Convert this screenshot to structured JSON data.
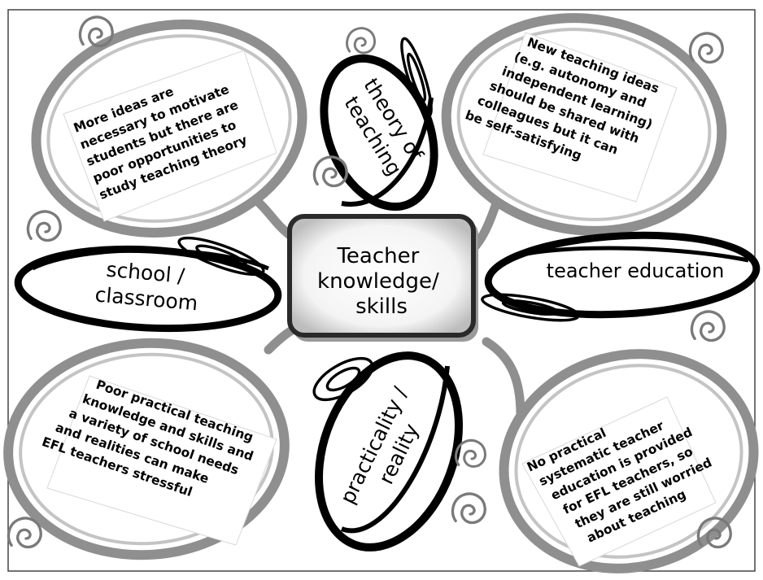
{
  "diagram": {
    "center": {
      "lines": [
        "Teacher",
        "knowledge/",
        "skills"
      ]
    },
    "categories": {
      "theory": {
        "lines": [
          "theory of",
          "teaching"
        ]
      },
      "school": {
        "lines": [
          "school /",
          "classroom"
        ]
      },
      "education": {
        "lines": [
          "teacher education"
        ]
      },
      "practicality": {
        "lines": [
          "practicality /",
          "reality"
        ]
      }
    },
    "notes": {
      "top_left": {
        "lines": [
          "More ideas are",
          "necessary to motivate",
          "students but there are",
          "poor opportunities to",
          "study teaching theory"
        ]
      },
      "top_right": {
        "lines": [
          "New teaching ideas",
          "(e.g. autonomy and",
          "independent learning)",
          "should be shared with",
          "colleagues but it can",
          "be self-satisfying"
        ]
      },
      "bottom_left": {
        "lines": [
          "Poor practical teaching",
          "knowledge and skills and",
          "a variety of school needs",
          "and realities can make",
          "EFL teachers stressful"
        ]
      },
      "bottom_right": {
        "lines": [
          "No practical",
          "systematic teacher",
          "education is provided",
          "for EFL teachers, so",
          "they are still worried",
          "about teaching"
        ]
      }
    },
    "colors": {
      "ring": "#8f8f8f",
      "ink": "#000000",
      "paper": "#ffffff",
      "frame": "#444444"
    },
    "decoration": {
      "spiral_icon": "spiral-icon"
    }
  }
}
